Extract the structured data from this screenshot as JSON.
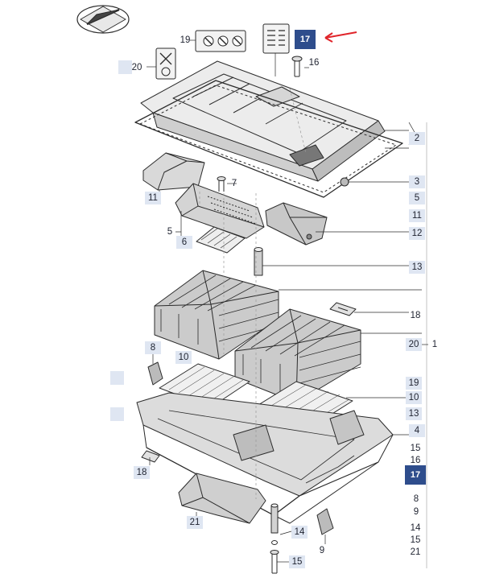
{
  "diagram": {
    "callouts": {
      "c2": "2",
      "c3": "3",
      "c5": "5",
      "c11": "11",
      "c12": "12",
      "c13": "13",
      "c18": "18",
      "c20": "20",
      "c1": "1",
      "c19": "19",
      "c10": "10",
      "c4": "4",
      "c15": "15",
      "c16": "16",
      "c17": "17",
      "c8": "8",
      "c9": "9",
      "c14": "14",
      "c21": "21",
      "c6": "6",
      "c7": "7"
    },
    "selected_part": "17",
    "arrow_color": "#e0242a",
    "highlight_color": "#2e4d8c"
  }
}
